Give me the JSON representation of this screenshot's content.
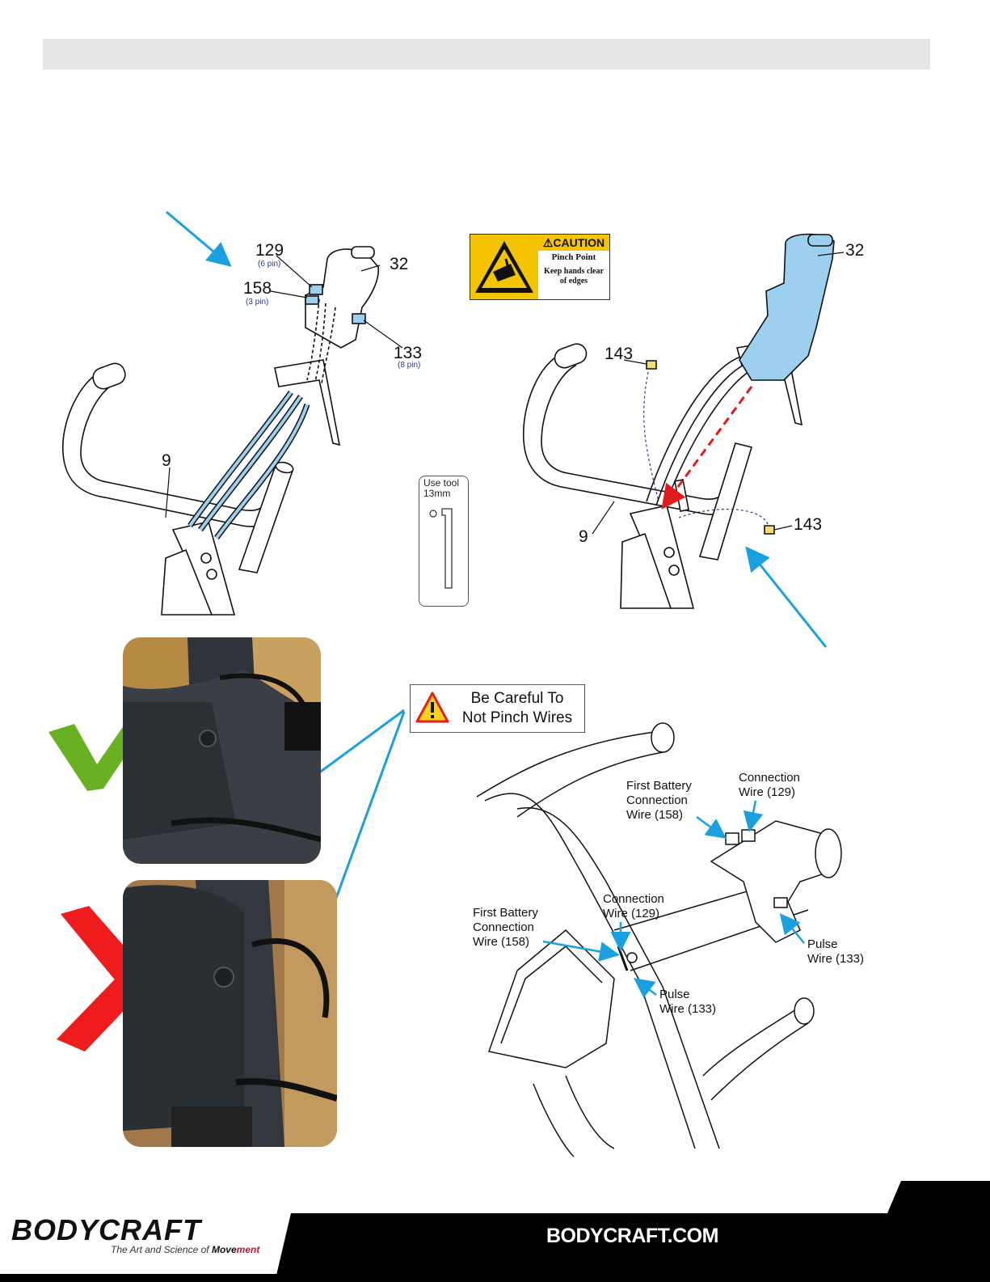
{
  "colors": {
    "accent_blue": "#1aa0e0",
    "part_fill": "#9cd0ee",
    "caution_yellow": "#f5c400",
    "check_green": "#6ab023",
    "cross_red": "#ee1c1c",
    "dashed_red": "#e01b1b",
    "footer_black": "#000000"
  },
  "top_left": {
    "labels": {
      "p129": "129",
      "p129_pin": "(6 pin)",
      "p158": "158",
      "p158_pin": "(3 pin)",
      "p32": "32",
      "p133": "133",
      "p133_pin": "(8 pin)",
      "p9": "9"
    }
  },
  "caution": {
    "header": "CAUTION",
    "line1": "Pinch Point",
    "line2": "Keep hands clear",
    "line3": "of edges"
  },
  "tool": {
    "line1": "Use tool",
    "line2": "13mm"
  },
  "top_right": {
    "labels": {
      "p32": "32",
      "p143a": "143",
      "p143b": "143",
      "p9": "9"
    }
  },
  "warning": {
    "line1": "Be Careful To",
    "line2": "Not Pinch Wires"
  },
  "bottom_right": {
    "labels": {
      "first_battery_upper": [
        "First Battery",
        "Connection",
        "Wire (158)"
      ],
      "connection_upper": [
        "Connection",
        "Wire (129)"
      ],
      "connection_lower": [
        "Connection",
        "Wire (129)"
      ],
      "first_battery_lower": [
        "First Battery",
        "Connection",
        "Wire (158)"
      ],
      "pulse_right": [
        "Pulse",
        "Wire (133)"
      ],
      "pulse_lower": [
        "Pulse",
        "Wire (133)"
      ]
    }
  },
  "footer": {
    "brand": "BODYCRAFT",
    "tagline_prefix": "The Art and Science of ",
    "tagline_move": "Move",
    "tagline_suffix": "ment",
    "website": "BODYCRAFT.COM"
  }
}
